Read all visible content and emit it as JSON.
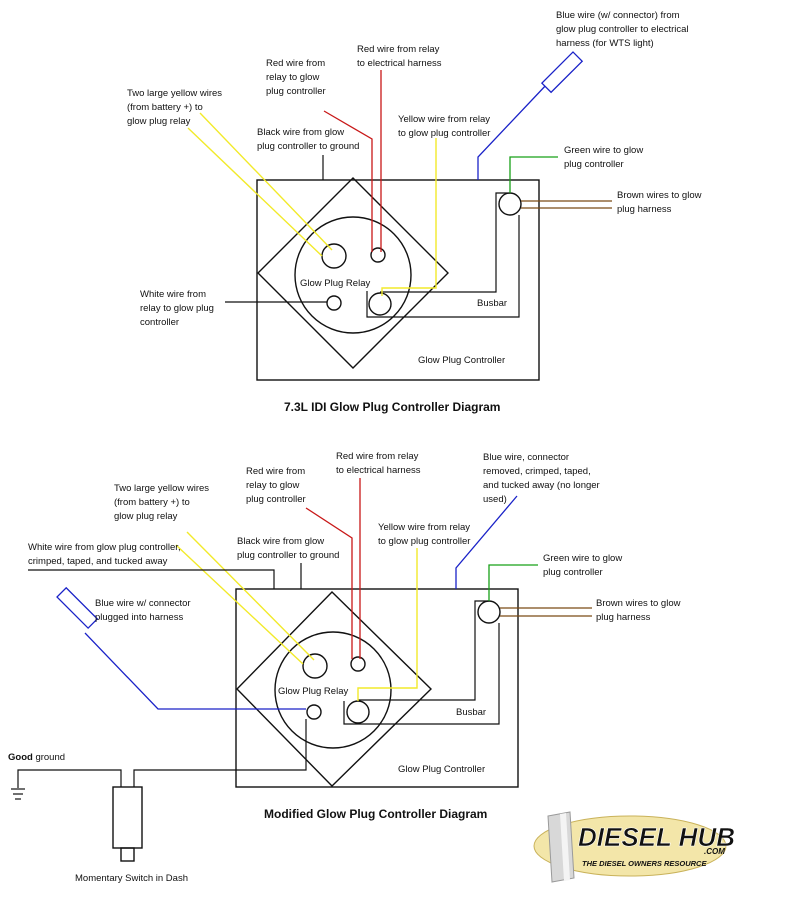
{
  "colors": {
    "red_wire": "#c81818",
    "yellow_wire": "#f2ea2a",
    "blue_wire": "#1a22c8",
    "green_wire": "#18a018",
    "brown_wire": "#7a4a14",
    "black_wire": "#111111"
  },
  "top": {
    "title": "7.3L IDI Glow Plug Controller Diagram",
    "controller_label": "Glow Plug Controller",
    "relay_label": "Glow Plug Relay",
    "busbar_label": "Busbar",
    "labels": {
      "yellow": [
        "Two large yellow wires",
        "(from battery +) to",
        "glow plug relay"
      ],
      "red_to_controller": [
        "Red wire from",
        "relay to glow",
        "plug controller"
      ],
      "red_to_harness": [
        "Red wire from relay",
        "to electrical harness"
      ],
      "black": [
        "Black wire from glow",
        "plug controller to ground"
      ],
      "yellow_relay": [
        "Yellow wire from relay",
        "to glow plug controller"
      ],
      "blue": [
        "Blue wire (w/ connector) from",
        "glow plug controller to electrical",
        "harness (for WTS light)"
      ],
      "green": [
        "Green wire to glow",
        "plug controller"
      ],
      "brown": [
        "Brown wires to glow",
        "plug harness"
      ],
      "white": [
        "White wire from",
        "relay to glow plug",
        "controller"
      ]
    }
  },
  "bottom": {
    "title": "Modified Glow Plug Controller Diagram",
    "controller_label": "Glow Plug Controller",
    "relay_label": "Glow Plug Relay",
    "busbar_label": "Busbar",
    "labels": {
      "yellow": [
        "Two large yellow wires",
        "(from battery +) to",
        "glow plug relay"
      ],
      "red_to_controller": [
        "Red wire from",
        "relay to glow",
        "plug controller"
      ],
      "red_to_harness": [
        "Red wire from relay",
        "to electrical harness"
      ],
      "black": [
        "Black wire from glow",
        "plug controller to ground"
      ],
      "white": [
        "White wire from glow plug controller,",
        "crimped, taped, and tucked away"
      ],
      "yellow_relay": [
        "Yellow wire from relay",
        "to glow plug controller"
      ],
      "blue_removed": [
        "Blue wire, connector",
        "removed, crimped, taped,",
        "and tucked away (no longer",
        "used)"
      ],
      "green": [
        "Green wire to glow",
        "plug controller"
      ],
      "brown": [
        "Brown wires to glow",
        "plug harness"
      ],
      "blue_plugged": [
        "Blue wire w/ connector",
        "plugged into harness"
      ],
      "ground_bold": "Good",
      "ground_rest": " ground",
      "switch": "Momentary Switch in Dash"
    }
  },
  "logo": {
    "brand": "DIESEL HUB",
    "suffix": ".COM",
    "tagline": "THE DIESEL OWNERS RESOURCE"
  }
}
